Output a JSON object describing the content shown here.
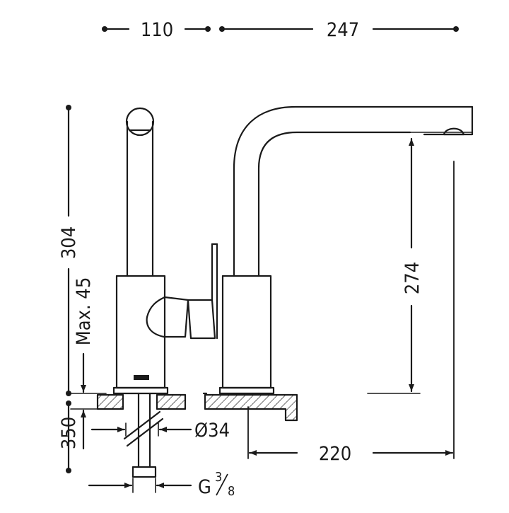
{
  "drawing": {
    "stroke_color": "#1a1a1a",
    "background": "#ffffff",
    "dimensions": {
      "top_left_width": "110",
      "top_right_width": "247",
      "total_height": "304",
      "max_deck_thickness": "Max. 45",
      "spout_height": "274",
      "hose_length": "350",
      "hole_diameter": "Ø34",
      "spout_reach": "220",
      "connection_thread": "G",
      "connection_thread_num": "3",
      "connection_thread_den": "8"
    }
  }
}
